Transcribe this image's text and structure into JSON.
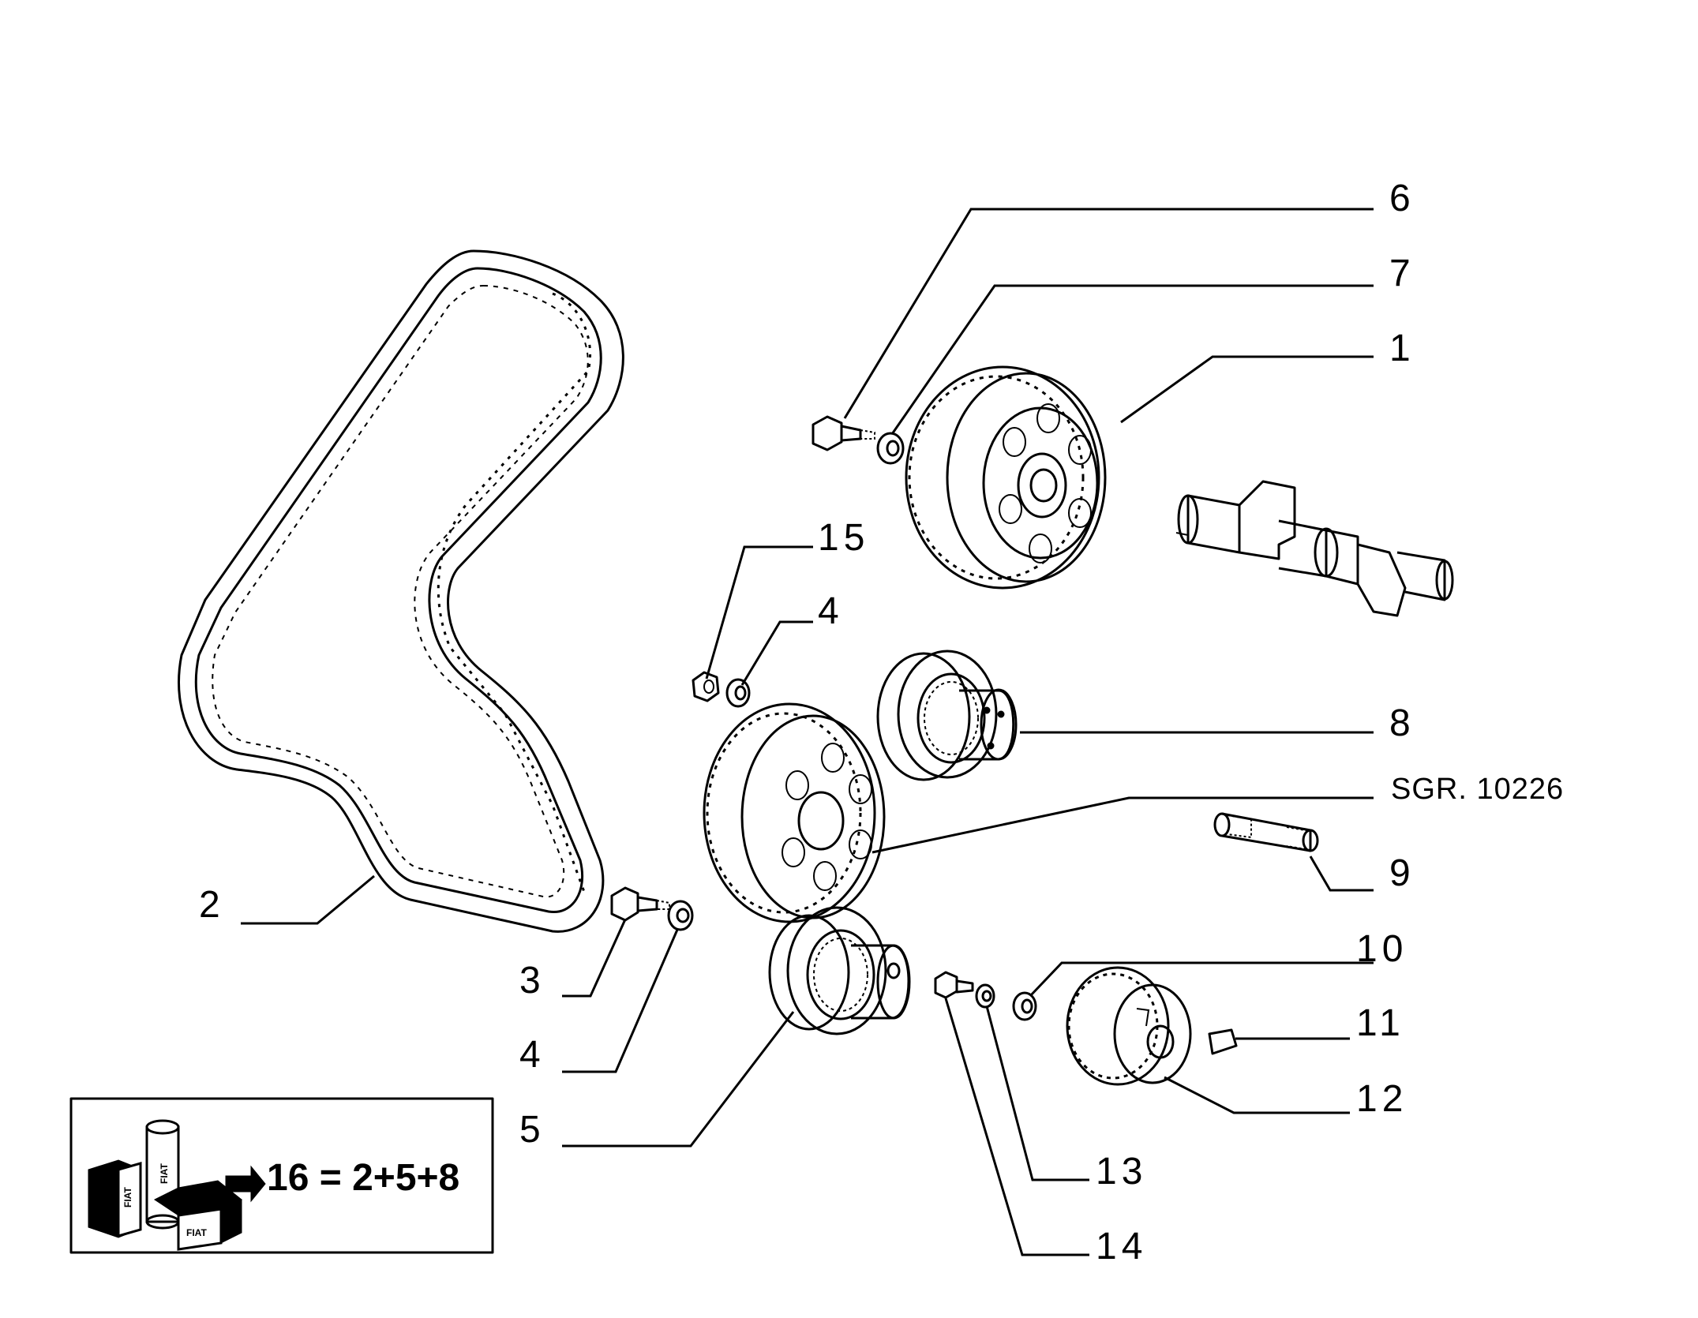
{
  "callouts": {
    "p1": "1",
    "p2": "2",
    "p3": "3",
    "p4a": "4",
    "p4b": "4",
    "p5": "5",
    "p6": "6",
    "p7": "7",
    "p8": "8",
    "p9": "9",
    "p10": "10",
    "p11": "11",
    "p12": "12",
    "p13": "13",
    "p14": "14",
    "p15": "15"
  },
  "drawing_code": "SGR. 10226",
  "kit_box": {
    "formula": "16 = 2+5+8",
    "logo_text": "FIAT"
  }
}
